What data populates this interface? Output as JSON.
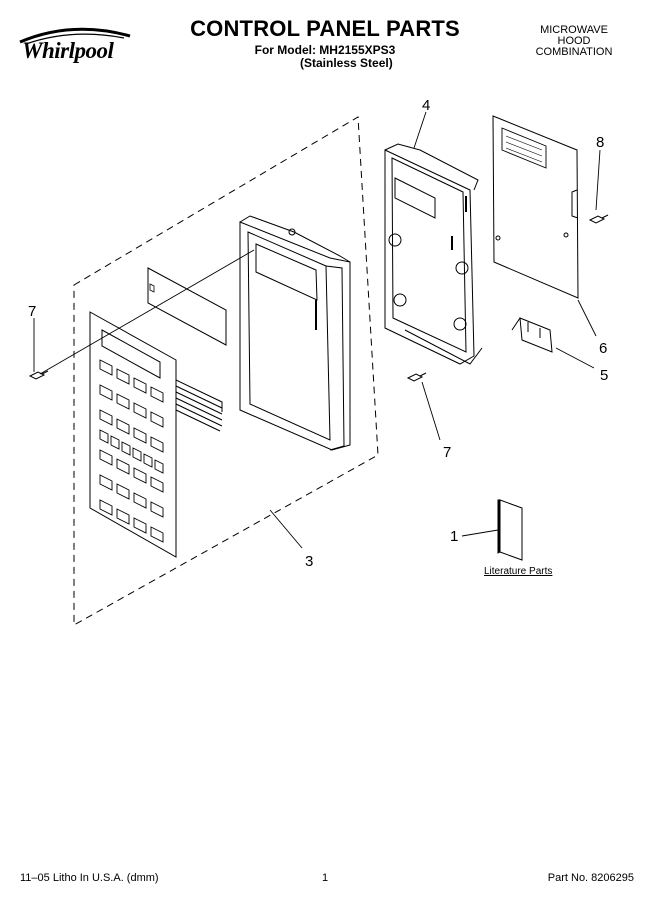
{
  "brand": {
    "logo_text": "Whirlpool"
  },
  "header": {
    "title": "CONTROL PANEL PARTS",
    "model_line": "For Model: MH2155XPS3",
    "variant_line": "(Stainless Steel)",
    "appliance_type": [
      "MICROWAVE",
      "HOOD",
      "COMBINATION"
    ]
  },
  "callouts": [
    "1",
    "3",
    "4",
    "5",
    "6",
    "7",
    "7",
    "8"
  ],
  "literature_label": "Literature Parts",
  "footer": {
    "print_info": "11–05 Litho In U.S.A. (dmm)",
    "page_number": "1",
    "part_number": "Part No. 8206295"
  }
}
